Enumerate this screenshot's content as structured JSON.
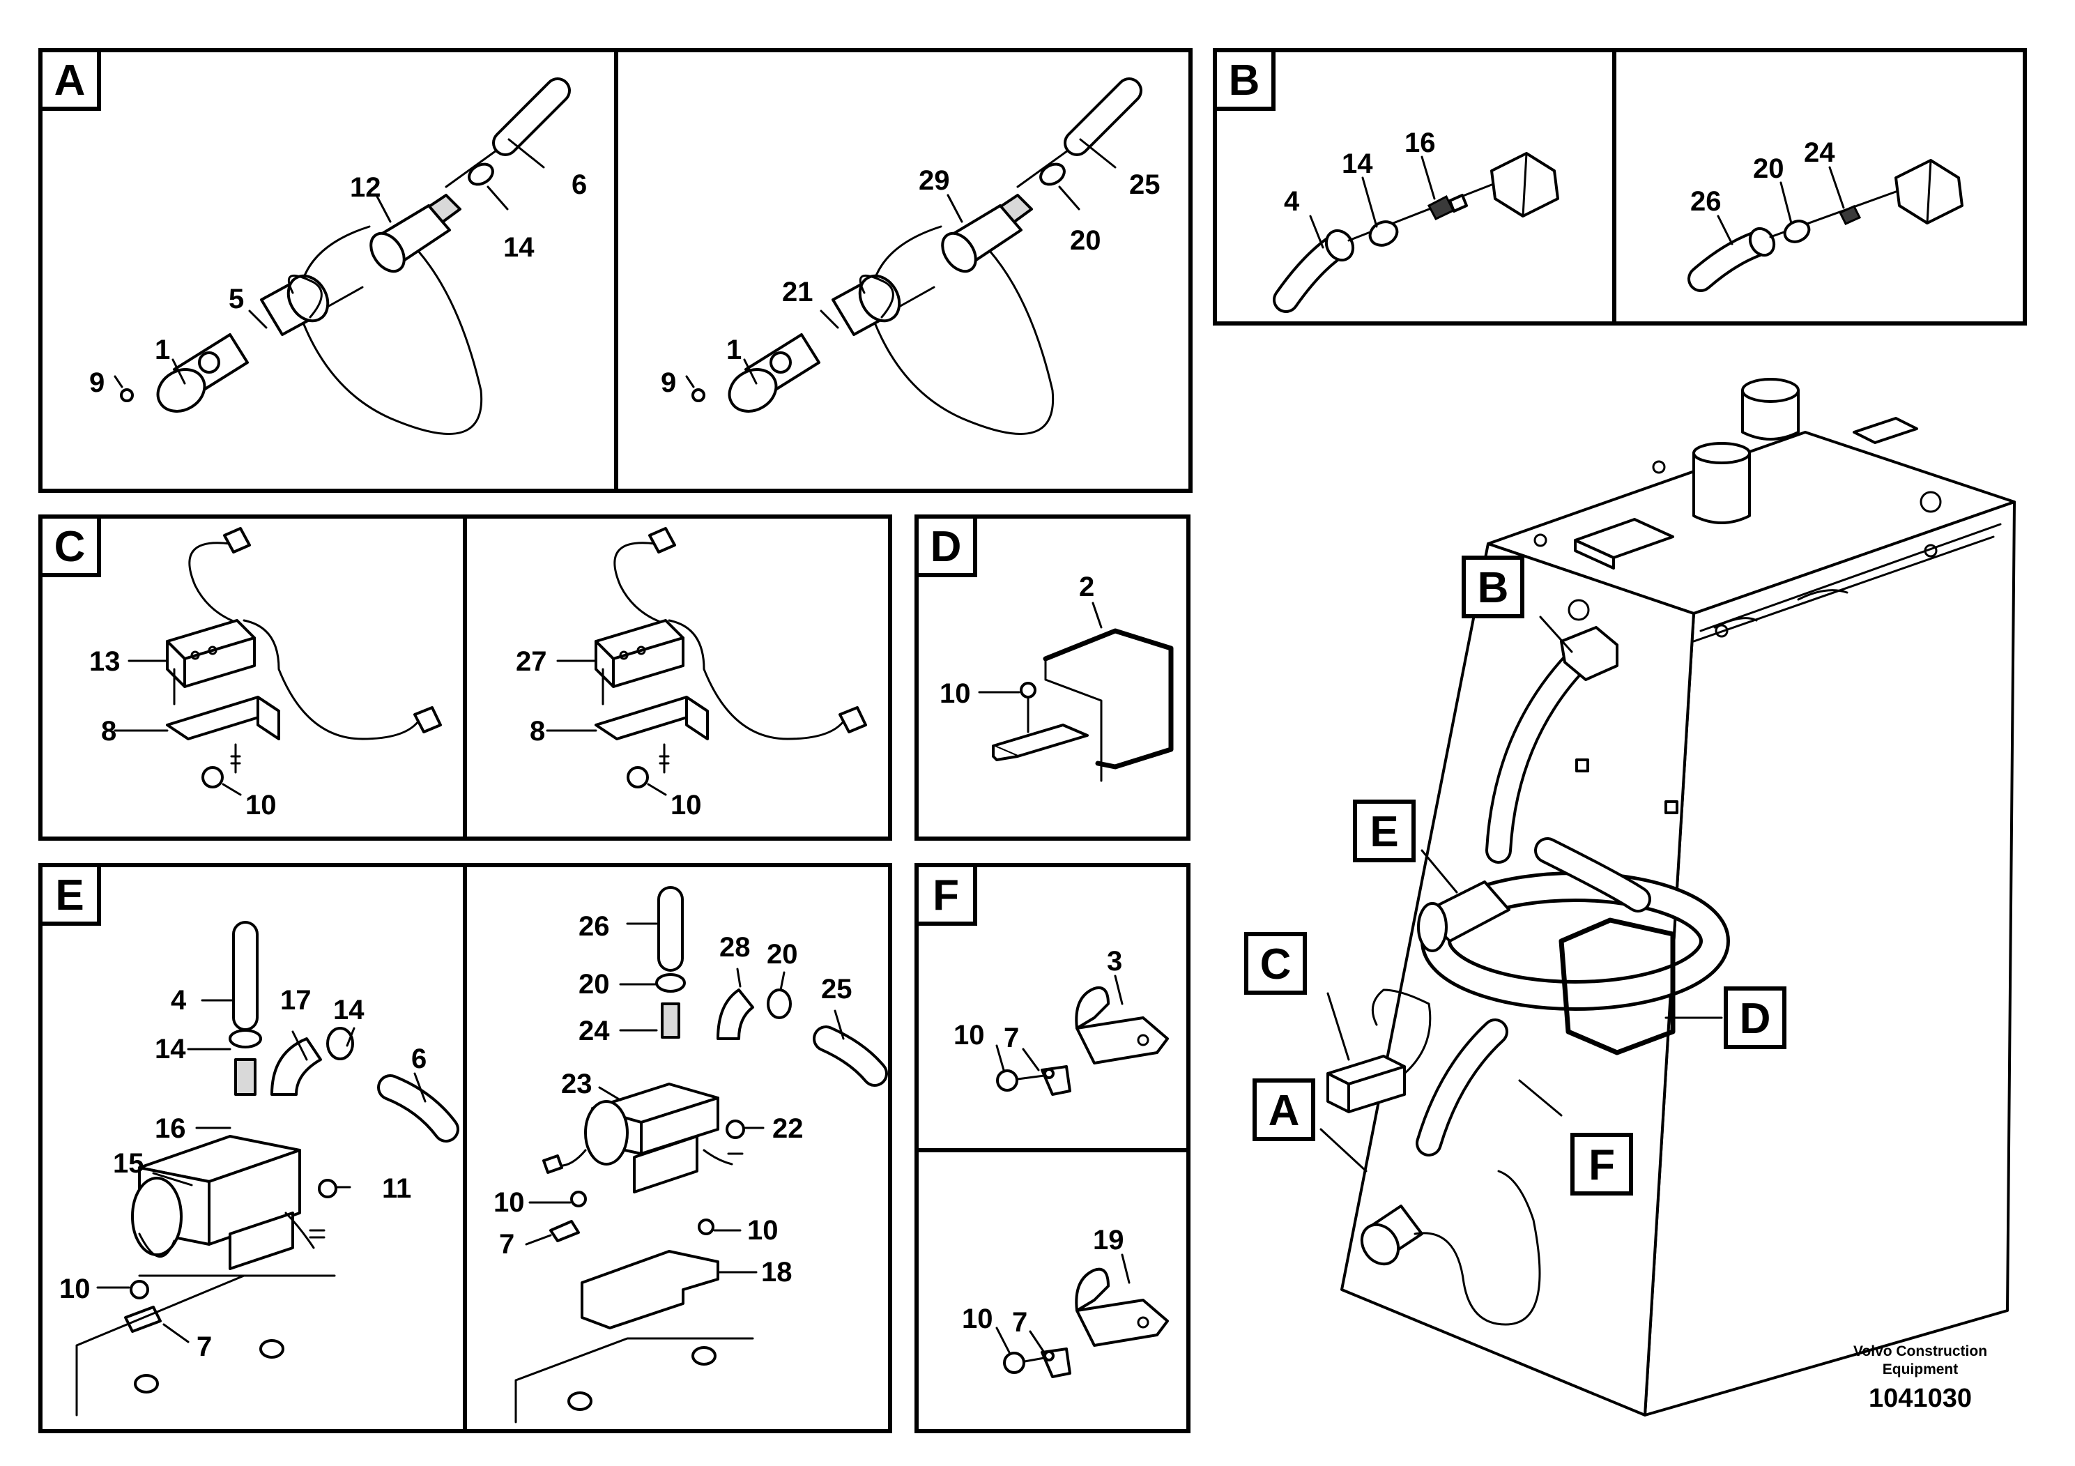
{
  "sections": {
    "A": "A",
    "B": "B",
    "C": "C",
    "D": "D",
    "E": "E",
    "F": "F"
  },
  "callouts": {
    "A_left": [
      "12",
      "6",
      "14",
      "5",
      "1",
      "9"
    ],
    "A_right": [
      "29",
      "25",
      "20",
      "21",
      "1",
      "9"
    ],
    "B_left": [
      "16",
      "14",
      "4"
    ],
    "B_right": [
      "20",
      "24",
      "26"
    ],
    "C_left": [
      "13",
      "8",
      "10"
    ],
    "C_right": [
      "27",
      "8",
      "10"
    ],
    "D": [
      "2",
      "10"
    ],
    "E_left": [
      "4",
      "17",
      "14",
      "6",
      "14",
      "16",
      "15",
      "11",
      "10",
      "7"
    ],
    "E_right": [
      "26",
      "28",
      "20",
      "25",
      "20",
      "24",
      "23",
      "22",
      "10",
      "10",
      "7",
      "18"
    ],
    "F_top": [
      "3",
      "7",
      "10"
    ],
    "F_bottom": [
      "19",
      "7",
      "10"
    ]
  },
  "footer": {
    "company_line1": "Volvo Construction",
    "company_line2": "Equipment",
    "doc_number": "1041030"
  }
}
